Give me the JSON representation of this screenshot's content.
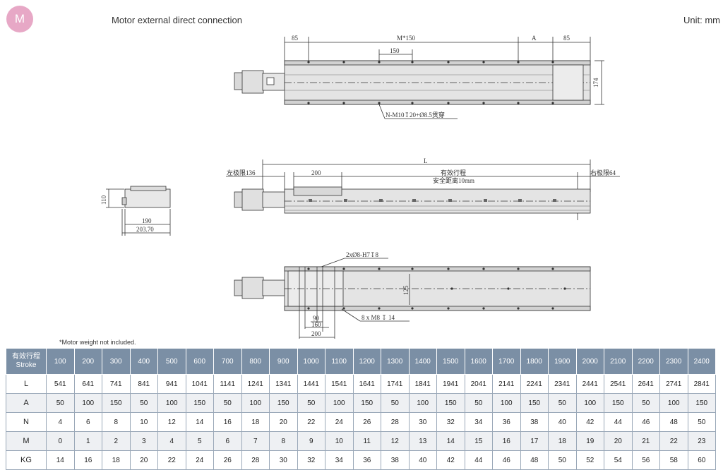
{
  "header": {
    "badge": "M",
    "title": "Motor external direct connection",
    "unit": "Unit: mm"
  },
  "drawing": {
    "top_view": {
      "dim_left": "85",
      "dim_mid": "M*150",
      "dim_a": "A",
      "dim_right": "85",
      "dim_pitch": "150",
      "dim_height": "174",
      "hole_note": "N-M10↧20+Ø8.5贯穿"
    },
    "end_view": {
      "dim_height": "110",
      "dim_width_inner": "190",
      "dim_width_outer": "203.70"
    },
    "side_view": {
      "dim_total": "L",
      "left_limit": "左极限136",
      "slider": "200",
      "stroke_label": "有效行程",
      "safety": "安全距离10mm",
      "right_limit": "右极限64"
    },
    "bottom_view": {
      "pin_note": "2xØ8-H7↧8",
      "height": "125",
      "bolt_note": "8 x  M8 ↧ 14",
      "dim_90": "90",
      "dim_160": "160",
      "dim_200": "200"
    }
  },
  "note": "*Motor weight not included.",
  "table": {
    "header_cn": "有效行程",
    "header_en": "Stroke",
    "strokes": [
      "100",
      "200",
      "300",
      "400",
      "500",
      "600",
      "700",
      "800",
      "900",
      "1000",
      "1100",
      "1200",
      "1300",
      "1400",
      "1500",
      "1600",
      "1700",
      "1800",
      "1900",
      "2000",
      "2100",
      "2200",
      "2300",
      "2400"
    ],
    "rows": [
      {
        "label": "L",
        "values": [
          "541",
          "641",
          "741",
          "841",
          "941",
          "1041",
          "1141",
          "1241",
          "1341",
          "1441",
          "1541",
          "1641",
          "1741",
          "1841",
          "1941",
          "2041",
          "2141",
          "2241",
          "2341",
          "2441",
          "2541",
          "2641",
          "2741",
          "2841"
        ]
      },
      {
        "label": "A",
        "values": [
          "50",
          "100",
          "150",
          "50",
          "100",
          "150",
          "50",
          "100",
          "150",
          "50",
          "100",
          "150",
          "50",
          "100",
          "150",
          "50",
          "100",
          "150",
          "50",
          "100",
          "150",
          "50",
          "100",
          "150"
        ]
      },
      {
        "label": "N",
        "values": [
          "4",
          "6",
          "8",
          "10",
          "12",
          "14",
          "16",
          "18",
          "20",
          "22",
          "24",
          "26",
          "28",
          "30",
          "32",
          "34",
          "36",
          "38",
          "40",
          "42",
          "44",
          "46",
          "48",
          "50"
        ]
      },
      {
        "label": "M",
        "values": [
          "0",
          "1",
          "2",
          "3",
          "4",
          "5",
          "6",
          "7",
          "8",
          "9",
          "10",
          "11",
          "12",
          "13",
          "14",
          "15",
          "16",
          "17",
          "18",
          "19",
          "20",
          "21",
          "22",
          "23"
        ]
      },
      {
        "label": "KG",
        "values": [
          "14",
          "16",
          "18",
          "20",
          "22",
          "24",
          "26",
          "28",
          "30",
          "32",
          "34",
          "36",
          "38",
          "40",
          "42",
          "44",
          "46",
          "48",
          "50",
          "52",
          "54",
          "56",
          "58",
          "60"
        ]
      }
    ]
  }
}
